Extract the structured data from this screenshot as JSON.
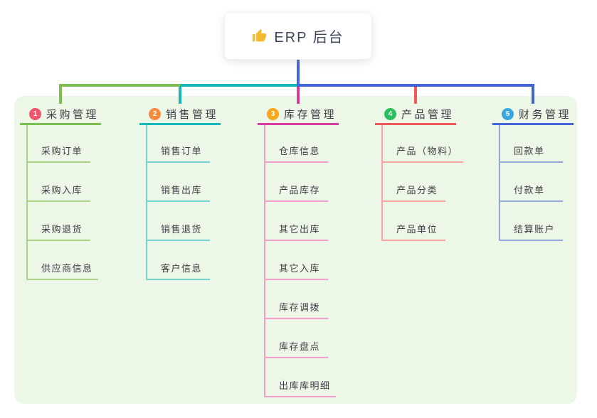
{
  "root": {
    "label": "ERP 后台",
    "icon": "thumbs-up",
    "icon_color": "#f5b82e"
  },
  "panel": {
    "background": "#ecf7e7"
  },
  "text_color": "#3b3f45",
  "branches": [
    {
      "num": "1",
      "label": "采购管理",
      "badge_color": "#f2566f",
      "line_color": "#7cbe4f",
      "child_line_color": "#a9d37f",
      "children": [
        "采购订单",
        "采购入库",
        "采购退货",
        "供应商信息"
      ]
    },
    {
      "num": "2",
      "label": "销售管理",
      "badge_color": "#f78b3d",
      "line_color": "#16b9b9",
      "child_line_color": "#72d4cd",
      "children": [
        "销售订单",
        "销售出库",
        "销售退货",
        "客户信息"
      ]
    },
    {
      "num": "3",
      "label": "库存管理",
      "badge_color": "#faa61a",
      "line_color": "#d93a9f",
      "child_line_color": "#f19ccb",
      "children": [
        "仓库信息",
        "产品库存",
        "其它出库",
        "其它入库",
        "库存调拨",
        "库存盘点",
        "出库库明细"
      ]
    },
    {
      "num": "4",
      "label": "产品管理",
      "badge_color": "#2ebe5f",
      "line_color": "#f2575a",
      "child_line_color": "#f8a5a1",
      "children": [
        "产品（物料）",
        "产品分类",
        "产品单位"
      ]
    },
    {
      "num": "5",
      "label": "财务管理",
      "badge_color": "#38a7e0",
      "line_color": "#4164db",
      "child_line_color": "#93a8db",
      "children": [
        "回款单",
        "付款单",
        "结算账户"
      ]
    }
  ]
}
